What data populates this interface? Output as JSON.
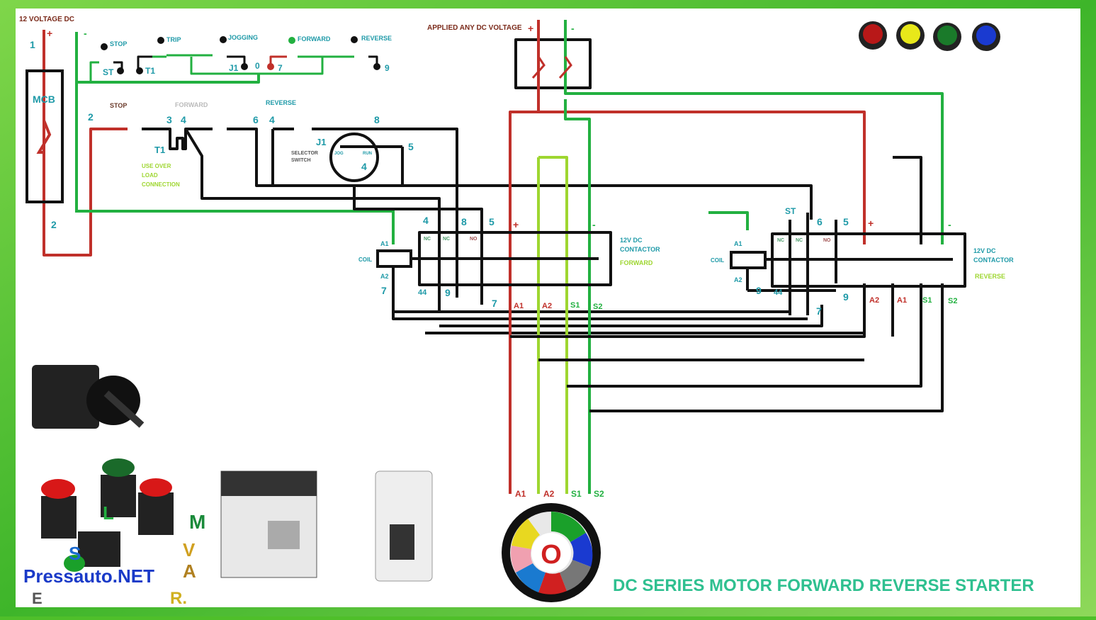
{
  "diagram": {
    "title": "DC SERIES MOTOR FORWARD REVERSE STARTER",
    "watermark": "Pressauto.NET",
    "supply_label": "12 VOLTAGE DC",
    "applied_label": "APPLIED ANY DC VOLTAGE",
    "mcb": "MCB",
    "plus": "+",
    "minus": "-",
    "top_buttons": [
      "STOP",
      "TRIP",
      "JOGGING",
      "FORWARD",
      "REVERSE"
    ],
    "top_terminals": [
      "ST",
      "T1",
      "J1",
      "0",
      "7",
      "9"
    ],
    "control_labels": {
      "stop": "STOP",
      "forward": "FORWARD",
      "reverse": "REVERSE",
      "t1": "T1",
      "j1": "J1",
      "overload": [
        "USE OVER",
        "LOAD",
        "CONNECTION"
      ],
      "selector": [
        "SELECTOR",
        "SWITCH"
      ],
      "jog": "JOG",
      "run": "RUN"
    },
    "node_numbers": [
      "1",
      "2",
      "2",
      "3",
      "4",
      "6",
      "4",
      "8",
      "5",
      "4"
    ],
    "contactor_forward": {
      "name": [
        "12V DC",
        "CONTACTOR"
      ],
      "direction": "FORWARD",
      "coil": "COIL",
      "a1": "A1",
      "a2": "A2",
      "nc": "NC",
      "no": "NO",
      "top_terms": [
        "4",
        "8",
        "5"
      ],
      "bottom_terms": [
        "44",
        "9",
        "7",
        "7"
      ],
      "motor_terms": [
        "A1",
        "A2",
        "S1",
        "S2"
      ]
    },
    "contactor_reverse": {
      "name": [
        "12V DC",
        "CONTACTOR"
      ],
      "direction": "REVERSE",
      "coil": "COIL",
      "a1": "A1",
      "a2": "A2",
      "nc": "NC",
      "no": "NO",
      "top_terms": [
        "ST",
        "6",
        "5"
      ],
      "bottom_terms": [
        "44",
        "9",
        "9",
        "7"
      ],
      "motor_terms": [
        "A2",
        "A1",
        "S1",
        "S2"
      ]
    },
    "motor_terms": [
      "A1",
      "A2",
      "S1",
      "S2"
    ],
    "logo_letters": [
      "L",
      "M",
      "S",
      "V",
      "A",
      "R.",
      "E"
    ],
    "lamp_colors": [
      "#b81818",
      "#e8e81a",
      "#1a7a2a",
      "#1a3ad0"
    ],
    "wire_colors": {
      "positive": "#c0302a",
      "negative": "#22b040",
      "field": "#9ed630",
      "control": "#111111"
    }
  }
}
